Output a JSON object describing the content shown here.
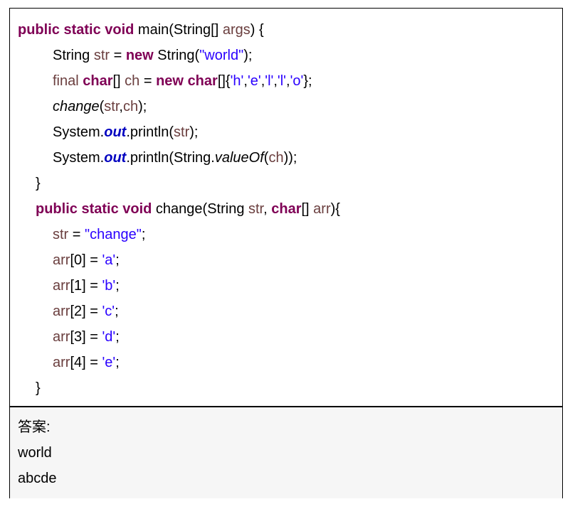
{
  "code": {
    "l1": {
      "kw": "public static void",
      "rest": " main(String[] ",
      "var": "args",
      "end": ") {"
    },
    "l2": {
      "a": "String ",
      "var": "str",
      "b": " = ",
      "kw": "new",
      "c": " String(",
      "str": "\"world\"",
      "d": ");"
    },
    "l3": {
      "final": "final ",
      "kw1": "char",
      "a": "[] ",
      "var": "ch",
      "b": " = ",
      "kw2": "new",
      "sp": " ",
      "kw3": "char",
      "c": "[]{",
      "s1": "'h'",
      "s2": "'e'",
      "s3": "'l'",
      "s4": "'l'",
      "s5": "'o'",
      "comma": ",",
      "d": "};"
    },
    "l4": {
      "fn": "change",
      "a": "(",
      "v1": "str",
      "b": ",",
      "v2": "ch",
      "c": ");"
    },
    "l5": {
      "a": "System.",
      "fld": "out",
      "b": ".println(",
      "var": "str",
      "c": ");"
    },
    "l6": {
      "a": "System.",
      "fld": "out",
      "b": ".println(String.",
      "fn": "valueOf",
      "c": "(",
      "var": "ch",
      "d": "));"
    },
    "l7": {
      "a": "}"
    },
    "l8": {
      "kw": "public static void",
      "a": " change(String ",
      "v1": "str",
      "b": ", ",
      "kw2": "char",
      "c": "[] ",
      "v2": "arr",
      "d": "){"
    },
    "l9": {
      "var": "str",
      "a": " = ",
      "str": "\"change\"",
      "b": ";"
    },
    "assigns": [
      {
        "var": "arr",
        "idx": "[0] = ",
        "str": "'a'",
        "end": ";"
      },
      {
        "var": "arr",
        "idx": "[1] = ",
        "str": "'b'",
        "end": ";"
      },
      {
        "var": "arr",
        "idx": "[2] = ",
        "str": "'c'",
        "end": ";"
      },
      {
        "var": "arr",
        "idx": "[3] = ",
        "str": "'d'",
        "end": ";"
      },
      {
        "var": "arr",
        "idx": "[4] = ",
        "str": "'e'",
        "end": ";"
      }
    ],
    "l15": {
      "a": "}"
    }
  },
  "answer": {
    "label": "答案:",
    "line1": "world",
    "line2": "abcde"
  },
  "colors": {
    "keyword": "#7f0055",
    "variable": "#6a3e3e",
    "string": "#2a00ff",
    "field": "#0000c0"
  }
}
